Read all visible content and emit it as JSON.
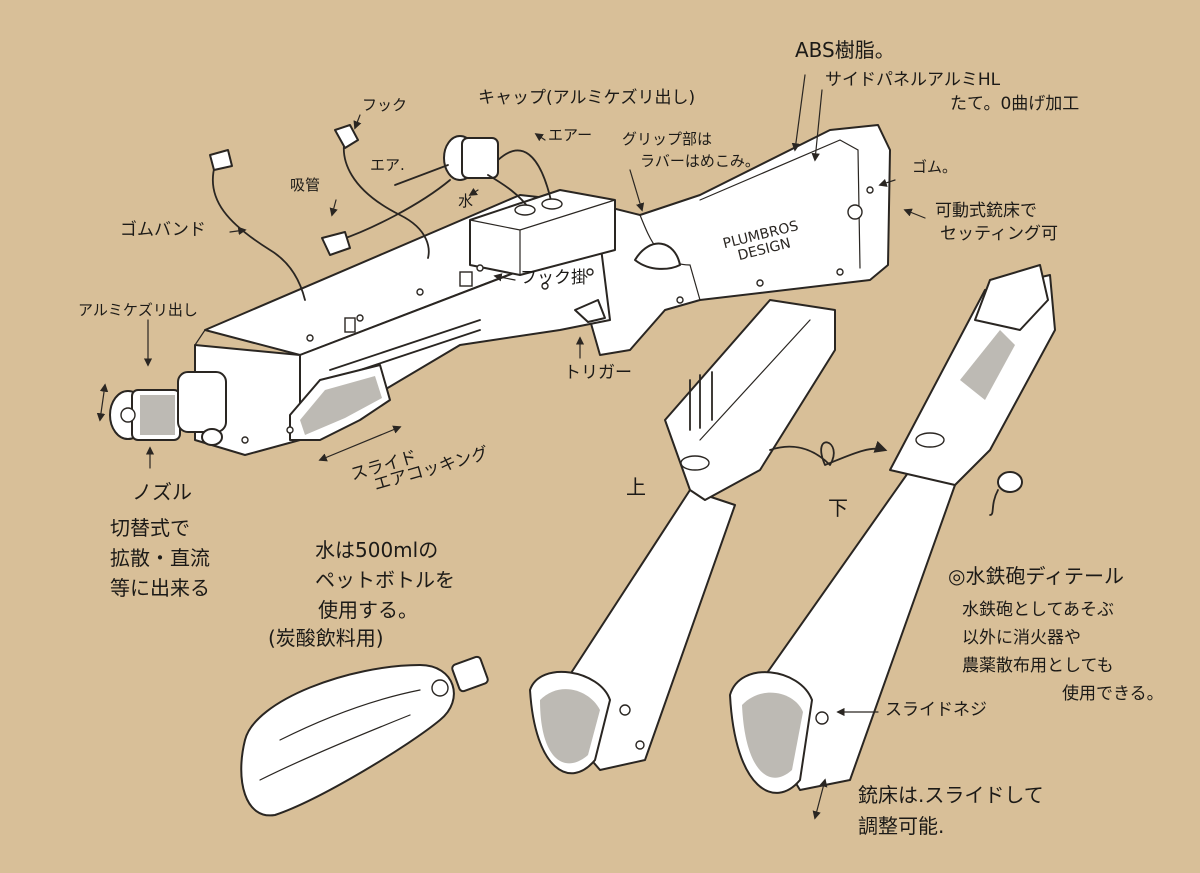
{
  "labels": {
    "abs": "ABS樹脂。",
    "side_panel_1": "サイドパネルアルミHL",
    "side_panel_2": "たて。0曲げ加工",
    "hook_top": "フック",
    "cap": "キャップ(アルミケズリ出し)",
    "air_right": "エアー",
    "grip_1": "グリップ部は",
    "grip_2": "ラバーはめこみ。",
    "rubber": "ゴム。",
    "stock_1": "可動式銃床で",
    "stock_2": "セッティング可",
    "air_left": "エア.",
    "suction": "吸管",
    "water": "水",
    "rubber_band": "ゴムバンド",
    "hook_mount": "フック掛",
    "alu_left": "アルミケズリ出し",
    "trigger": "トリガー",
    "nozzle": "ノズル",
    "switch_1": "切替式で",
    "switch_2": "拡散・直流",
    "switch_3": "等に出来る",
    "slide_1": "スライド",
    "slide_2": "エアコッキング",
    "bottle_1": "水は500mlの",
    "bottle_2": "ペットボトルを",
    "bottle_3": "使用する。",
    "bottle_4": "(炭酸飲料用)",
    "upper": "上",
    "lower": "下",
    "title": "◎水鉄砲ディテール",
    "desc_1": "水鉄砲としてあそぶ",
    "desc_2": "以外に消火器や",
    "desc_3": "農薬散布用としても",
    "desc_4": "使用できる。",
    "slide_screw": "スライドネジ",
    "stock_slide_1": "銃床は.スライドして",
    "stock_slide_2": "調整可能."
  },
  "logo": {
    "line1": "PLUMBROS",
    "line2": "DESIGN"
  }
}
